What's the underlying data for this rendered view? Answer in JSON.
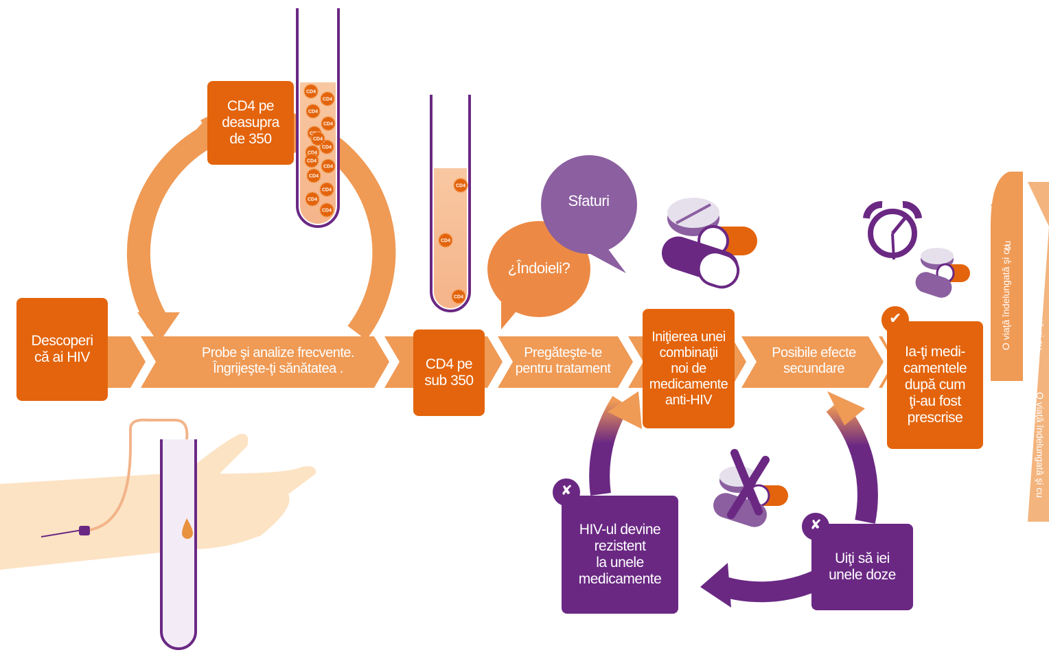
{
  "colors": {
    "orange_dark": "#e3640c",
    "orange_light": "#ef9a55",
    "purple": "#6a2883",
    "purple_light": "#8b5fa0",
    "skin": "#fce3c4"
  },
  "steps": {
    "discover": "Descoperi\ncă ai HIV",
    "cd4_above": "CD4  pe\ndeasupra\nde 350",
    "tests": "Probe şi analize frecvente.\nÎngrijeşte-ţi sănătatea .",
    "cd4_below": "CD4 pe\nsub 350",
    "prepare": "Pregăteşte-te\npentru tratament",
    "initiation": "Iniţierea unei\ncombinaţii\nnoi de\nmedicamente\nanti-HIV",
    "side_effects": "Posibile efecte\nsecundare",
    "take_meds": "Ia-ţi medi-\ncamentele\ndupă cum\nţi-au fost\nprescrise",
    "resistant": "HIV-ul devine\nrezistent\nla unele\nmedicamente",
    "forget": "Uiţi să iei\nunele doze"
  },
  "bubbles": {
    "doubts": "¿Îndoieli?",
    "advice": "Sfaturi"
  },
  "cells": {
    "label": "CD4"
  },
  "long_life": {
    "text_a": "O viaţă îndelungată şi cu",
    "text_b": "O viaţă îndelungată şi cu",
    "text_c": "O viaţă îndelungată şi cu",
    "text_d": "cu"
  },
  "marks": {
    "check": "✔",
    "cross": "✘"
  },
  "icons": [
    "test-tube-icon",
    "pill-icon",
    "capsule-icon",
    "alarm-clock-icon",
    "syringe-icon",
    "blood-drop-icon",
    "check-icon",
    "cross-icon"
  ]
}
